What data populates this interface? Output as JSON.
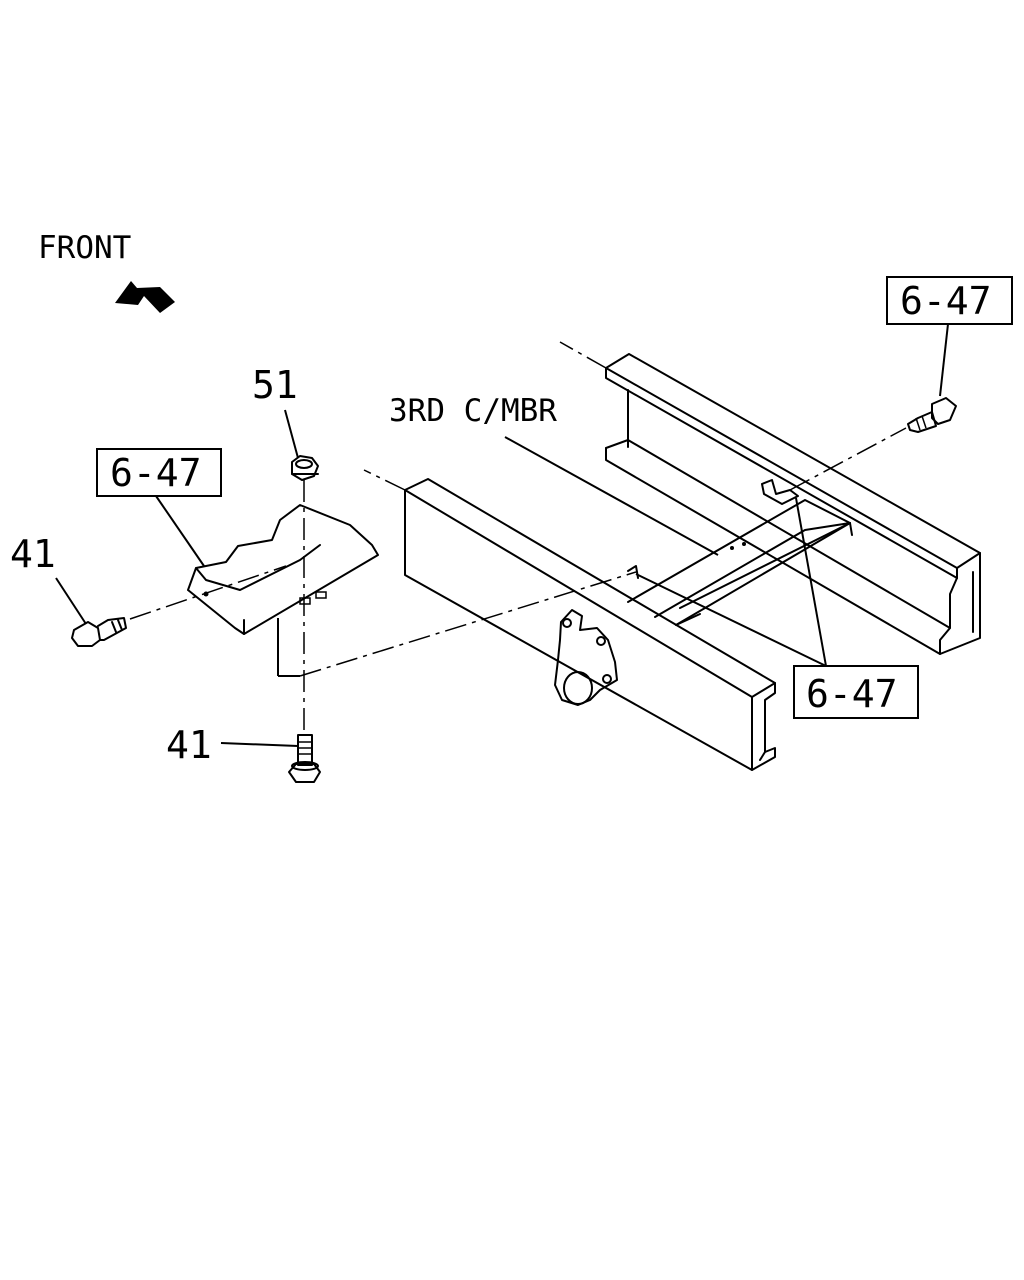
{
  "front_label": "FRONT",
  "member_label": "3RD C/MBR",
  "refs": {
    "ref_top_right": "6-47",
    "ref_left": "6-47",
    "ref_bottom_right": "6-47"
  },
  "callouts": {
    "nut_top": "51",
    "bolt_left": "41",
    "bolt_bottom": "41"
  },
  "colors": {
    "line": "#000000",
    "background": "#ffffff"
  },
  "icons": {
    "front_arrow": "arrow-icon"
  }
}
